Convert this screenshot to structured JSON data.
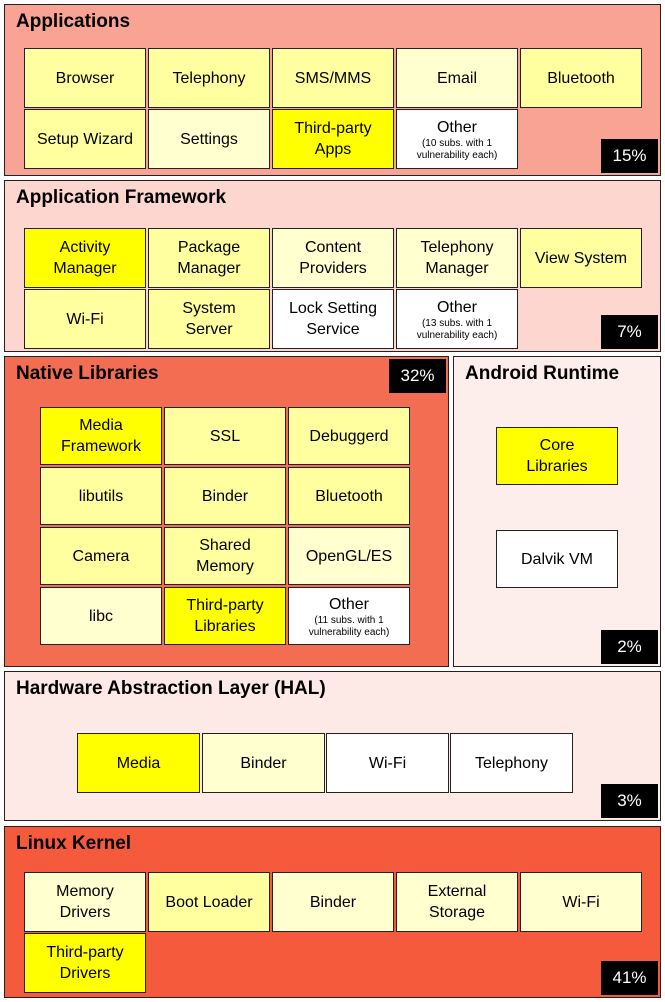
{
  "layers": {
    "applications": {
      "title": "Applications",
      "percent": "15%",
      "color": "#f8a393",
      "boxes": [
        "Browser",
        "Telephony",
        "SMS/MMS",
        "Email",
        "Bluetooth",
        "Setup Wizard",
        "Settings",
        "Third-party Apps"
      ],
      "other": {
        "title": "Other",
        "sub": "(10 subs. with 1 vulnerability each)"
      }
    },
    "framework": {
      "title": "Application Framework",
      "percent": "7%",
      "color": "#fcd6cf",
      "boxes": [
        "Activity Manager",
        "Package Manager",
        "Content Providers",
        "Telephony Manager",
        "View System",
        "Wi-Fi",
        "System Server",
        "Lock Setting Service"
      ],
      "other": {
        "title": "Other",
        "sub": "(13 subs. with 1 vulnerability each)"
      }
    },
    "native": {
      "title": "Native Libraries",
      "percent": "32%",
      "color": "#f26d52",
      "boxes": [
        "Media Framework",
        "SSL",
        "Debuggerd",
        "libutils",
        "Binder",
        "Bluetooth",
        "Camera",
        "Shared Memory",
        "OpenGL/ES",
        "libc",
        "Third-party Libraries"
      ],
      "other": {
        "title": "Other",
        "sub": "(11 subs. with 1 vulnerability each)"
      }
    },
    "runtime": {
      "title": "Android Runtime",
      "percent": "2%",
      "color": "#fdeeeb",
      "boxes": [
        "Core Libraries",
        "Dalvik VM"
      ]
    },
    "hal": {
      "title": "Hardware Abstraction Layer (HAL)",
      "percent": "3%",
      "color": "#fdeae6",
      "boxes": [
        "Media",
        "Binder",
        "Wi-Fi",
        "Telephony"
      ]
    },
    "kernel": {
      "title": "Linux Kernel",
      "percent": "41%",
      "color": "#f55a3c",
      "boxes": [
        "Memory Drivers",
        "Boot Loader",
        "Binder",
        "External Storage",
        "Wi-Fi",
        "Third-party Drivers"
      ]
    }
  }
}
